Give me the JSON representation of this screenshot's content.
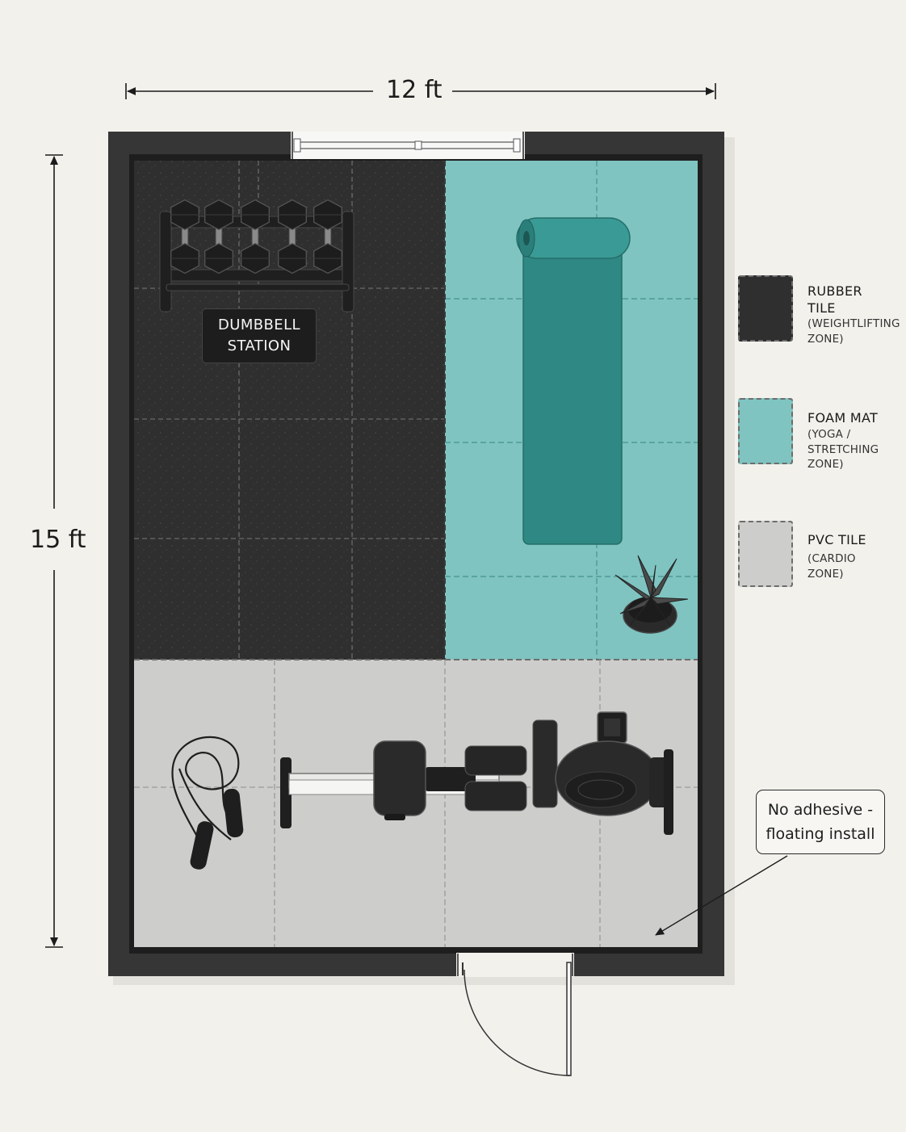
{
  "dimensions": {
    "width": "12 ft",
    "depth": "15 ft"
  },
  "labels": {
    "station_line1": "DUMBBELL",
    "station_line2": "STATION"
  },
  "callout": {
    "line1": "No adhesive -",
    "line2": "floating install"
  },
  "legend": [
    {
      "title_lines": [
        "RUBBER",
        "TILE"
      ],
      "subtitle_lines": [
        "(WEIGHTLIFTING",
        "ZONE)"
      ],
      "color": "#2f2f30"
    },
    {
      "title_lines": [
        "FOAM MAT"
      ],
      "subtitle_lines": [
        "(YOGA /",
        "STRETCHING",
        "ZONE)"
      ],
      "color": "#7fc4c1"
    },
    {
      "title_lines": [
        "PVC TILE"
      ],
      "subtitle_lines": [
        "(CARDIO",
        "ZONE)"
      ],
      "color": "#cdcdcb"
    }
  ],
  "colors": {
    "rubber": "#2f2f30",
    "foam": "#7fc4c1",
    "pvc": "#cdcdcb",
    "wall": "#3a3a3a",
    "yoga_mat": "#2f8883",
    "equipment": "#1f1f1f"
  }
}
